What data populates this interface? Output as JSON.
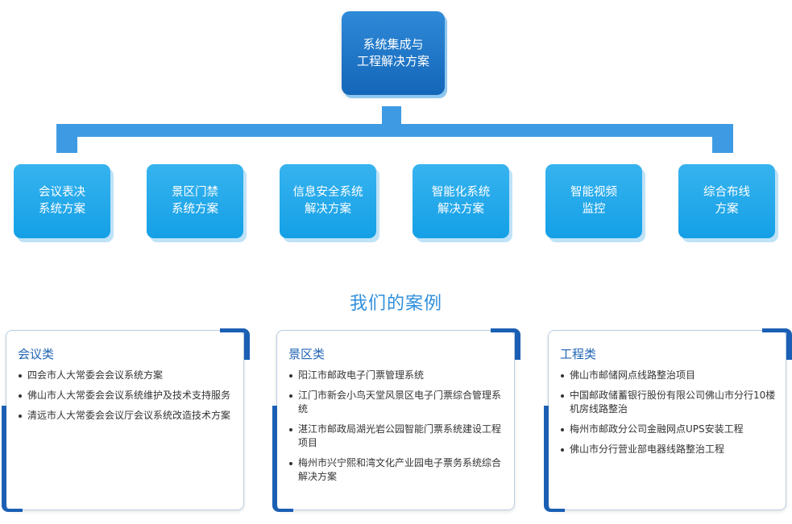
{
  "root": {
    "line1": "系统集成与",
    "line2": "工程解决方案"
  },
  "solutions": [
    {
      "line1": "会议表决",
      "line2": "系统方案"
    },
    {
      "line1": "景区门禁",
      "line2": "系统方案"
    },
    {
      "line1": "信息安全系统",
      "line2": "解决方案"
    },
    {
      "line1": "智能化系统",
      "line2": "解决方案"
    },
    {
      "line1": "智能视频",
      "line2": "监控"
    },
    {
      "line1": "综合布线",
      "line2": "方案"
    }
  ],
  "cases_title": "我们的案例",
  "categories": [
    {
      "title": "会议类",
      "items": [
        "四会市人大常委会会议系统方案",
        "佛山市人大常委会会议系统维护及技术支持服务",
        "清远市人大常委会会议厅会议系统改造技术方案"
      ]
    },
    {
      "title": "景区类",
      "items": [
        "阳江市邮政电子门票管理系统",
        "江门市新会小鸟天堂风景区电子门票综合管理系统",
        "湛江市邮政局湖光岩公园智能门票系统建设工程项目",
        "梅州市兴宁熙和湾文化产业园电子票务系统综合解决方案"
      ]
    },
    {
      "title": "工程类",
      "items": [
        "佛山市邮储网点线路整治项目",
        "中国邮政储蓄银行股份有限公司佛山市分行10楼机房线路整治",
        "梅州市邮政分公司金融网点UPS安装工程",
        "佛山市分行营业部电器线路整治工程"
      ]
    }
  ]
}
